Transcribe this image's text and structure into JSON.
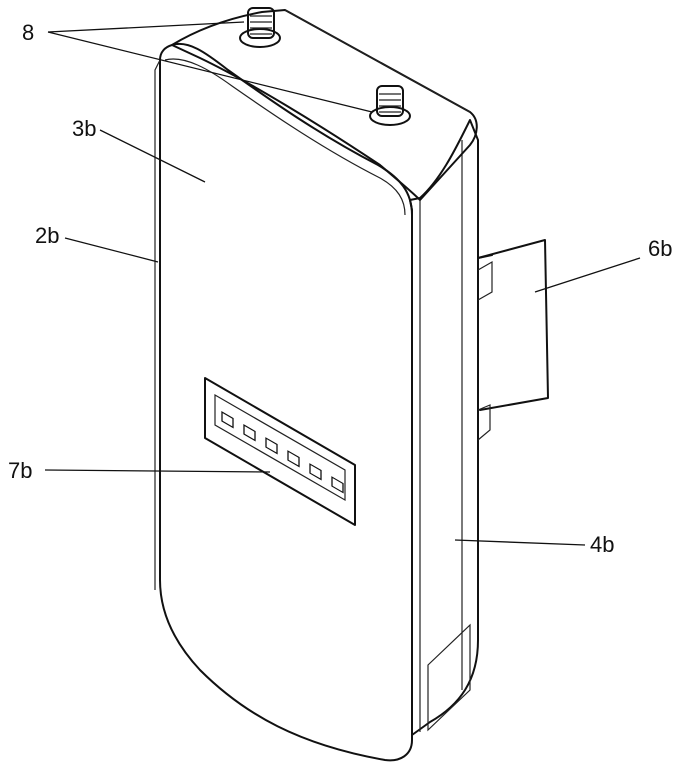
{
  "figure": {
    "labels": {
      "antenna_connectors": "8",
      "front_cover": "3b",
      "housing_edge": "2b",
      "mounting_bracket": "6b",
      "led_panel": "7b",
      "side_housing": "4b"
    },
    "led_indicator_count": 6
  }
}
